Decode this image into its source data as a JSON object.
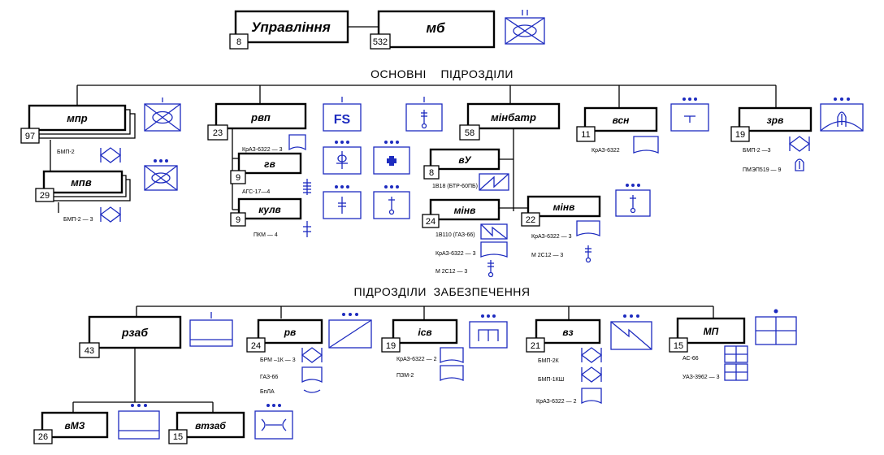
{
  "sections": {
    "main": "ОСНОВНІ    ПІДРОЗДІЛИ",
    "support": "ПІДРОЗДІЛИ  ЗАБЕЗПЕЧЕННЯ"
  },
  "colors": {
    "symbol": "#1d2bbf",
    "frame": "#000000"
  },
  "units": {
    "command": {
      "label": "Управління",
      "count": "8"
    },
    "mb": {
      "label": "мб",
      "count": "532"
    },
    "mpr": {
      "label": "мпр",
      "count": "97",
      "equip": "БМП-2"
    },
    "mpv": {
      "label": "мпв",
      "count": "29",
      "equip": "БМП-2  —  3"
    },
    "rvp": {
      "label": "рвп",
      "count": "23",
      "equip": "КрАЗ-6322 — 3"
    },
    "gv": {
      "label": "гв",
      "count": "9",
      "equip": "АГС-17—4"
    },
    "kulv": {
      "label": "кулв",
      "count": "9",
      "equip": "ПКМ  —  4"
    },
    "fs": {
      "label": "FS"
    },
    "minbatr": {
      "label": "мінбатр",
      "count": "58"
    },
    "vu": {
      "label": "вУ",
      "count": "8",
      "equip": "1В18 (БТР-60ПБ)"
    },
    "minv1": {
      "label": "мінв",
      "count": "24",
      "equip1": "1В110 (ГАЗ-66)",
      "equip2": "КрАЗ-6322 — 3",
      "equip3": "М 2С12      — 3"
    },
    "minv2": {
      "label": "мінв",
      "count": "22",
      "equip1": "КрАЗ-6322 — 3",
      "equip2": "М 2С12      — 3"
    },
    "vsn": {
      "label": "всн",
      "count": "11",
      "equip": "КрАЗ-6322"
    },
    "zrv": {
      "label": "зрв",
      "count": "19",
      "equip1": "БМП-2        —3",
      "equip2": "ПМЭП519  — 9"
    },
    "rzab": {
      "label": "рзаб",
      "count": "43"
    },
    "rv": {
      "label": "рв",
      "count": "24",
      "equip1": "БРМ –1К  — 3",
      "equip2": "ГАЗ-66",
      "equip3": "БпЛА"
    },
    "isv": {
      "label": "ісв",
      "count": "19",
      "equip1": "КрАЗ-6322 — 2",
      "equip2": "ПЗМ-2"
    },
    "vz": {
      "label": "вз",
      "count": "21",
      "equip1": "БМП-2К",
      "equip2": "БМП-1КШ",
      "equip3": "КрАЗ-6322 — 2"
    },
    "mp": {
      "label": "МП",
      "count": "15",
      "equip1": "АС-66",
      "equip2": "УАЗ-3962 — 3"
    },
    "vmz": {
      "label": "вМЗ",
      "count": "26"
    },
    "vtzab": {
      "label": "втзаб",
      "count": "15"
    }
  }
}
